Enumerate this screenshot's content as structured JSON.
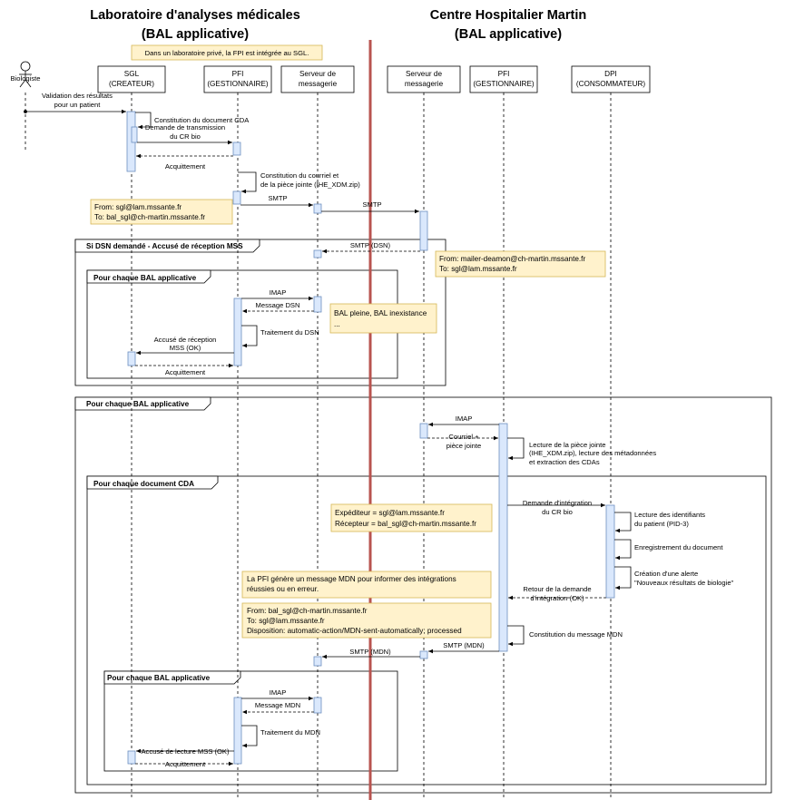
{
  "titles": {
    "left": [
      "Laboratoire d'analyses médicales",
      "(BAL applicative)"
    ],
    "right": [
      "Centre Hospitalier Martin",
      "(BAL applicative)"
    ]
  },
  "top_note": "Dans un laboratoire privé, la FPI est intégrée au SGL.",
  "actor": "Biologiste",
  "participants": {
    "sgl": [
      "SGL",
      "(CREATEUR)"
    ],
    "pfi1": [
      "PFI",
      "(GESTIONNAIRE)"
    ],
    "serv1": [
      "Serveur de",
      "messagerie"
    ],
    "serv2": [
      "Serveur de",
      "messagerie"
    ],
    "pfi2": [
      "PFI",
      "(GESTIONNAIRE)"
    ],
    "dpi": [
      "DPI",
      "(CONSOMMATEUR)"
    ]
  },
  "messages": {
    "m1": [
      "Validation des résultats",
      "pour un patient"
    ],
    "m2": [
      "Constitution du document CDA"
    ],
    "m3": [
      "Demande de transmission",
      "du CR bio"
    ],
    "m4": [
      "Acquittement"
    ],
    "m5": [
      "Constitution du courriel et",
      "de la pièce jointe (IHE_XDM.zip)"
    ],
    "m6": [
      "SMTP"
    ],
    "m7": [
      "SMTP"
    ],
    "m8": [
      "SMTP (DSN)"
    ],
    "m9": [
      "IMAP"
    ],
    "m10": [
      "Message DSN"
    ],
    "m11": [
      "Traitement du DSN"
    ],
    "m12": [
      "Accusé de réception",
      "MSS (OK)"
    ],
    "m13": [
      "Acquittement"
    ],
    "m14": [
      "IMAP"
    ],
    "m15": [
      "Courriel +",
      "pièce jointe"
    ],
    "m16": [
      "Lecture de la pièce jointe",
      "(IHE_XDM.zip), lecture des métadonnées",
      "et extraction des CDAs"
    ],
    "m17": [
      "Demande d'intégration",
      "du CR bio"
    ],
    "m18": [
      "Lecture des identifiants",
      "du patient (PID-3)"
    ],
    "m19": [
      "Enregistrement du document"
    ],
    "m20": [
      "Création d'une alerte",
      "\"Nouveaux résultats de biologie\""
    ],
    "m21": [
      "Retour de la demande",
      "d'intégration (OK)"
    ],
    "m22": [
      "Constitution du message MDN"
    ],
    "m23": [
      "SMTP (MDN)"
    ],
    "m24": [
      "SMTP (MDN)"
    ],
    "m25": [
      "IMAP"
    ],
    "m26": [
      "Message MDN"
    ],
    "m27": [
      "Traitement du MDN"
    ],
    "m28": [
      "Accusé de lecture MSS (OK)"
    ],
    "m29": [
      "Acquittement"
    ]
  },
  "notes": {
    "n1": [
      "From: sgl@lam.mssante.fr",
      "To: bal_sgl@ch-martin.mssante.fr"
    ],
    "n2": [
      "From: mailer-deamon@ch-martin.mssante.fr",
      "To: sgl@lam.mssante.fr"
    ],
    "n3": [
      "BAL pleine, BAL inexistance",
      "..."
    ],
    "n4": [
      "Expéditeur = sgl@lam.mssante.fr",
      "Récepteur = bal_sgl@ch-martin.mssante.fr"
    ],
    "n5": [
      "La PFI génère un message MDN pour informer des intégrations",
      "réussies ou en erreur."
    ],
    "n6": [
      "From: bal_sgl@ch-martin.mssante.fr",
      "To: sgl@lam.mssante.fr",
      "Disposition: automatic-action/MDN-sent-automatically; processed"
    ]
  },
  "frames": {
    "f1": "Si DSN demandé - Accusé de réception MSS",
    "f2": "Pour chaque BAL applicative",
    "f3": "Pour chaque BAL applicative",
    "f4": "Pour chaque document CDA",
    "f5": "Pour chaque BAL applicative"
  },
  "colors": {
    "separator": "#b85450",
    "note_fill": "#fff2cc",
    "note_stroke": "#d6b656",
    "activation_fill": "#dae8fc",
    "activation_stroke": "#6c8ebf"
  }
}
